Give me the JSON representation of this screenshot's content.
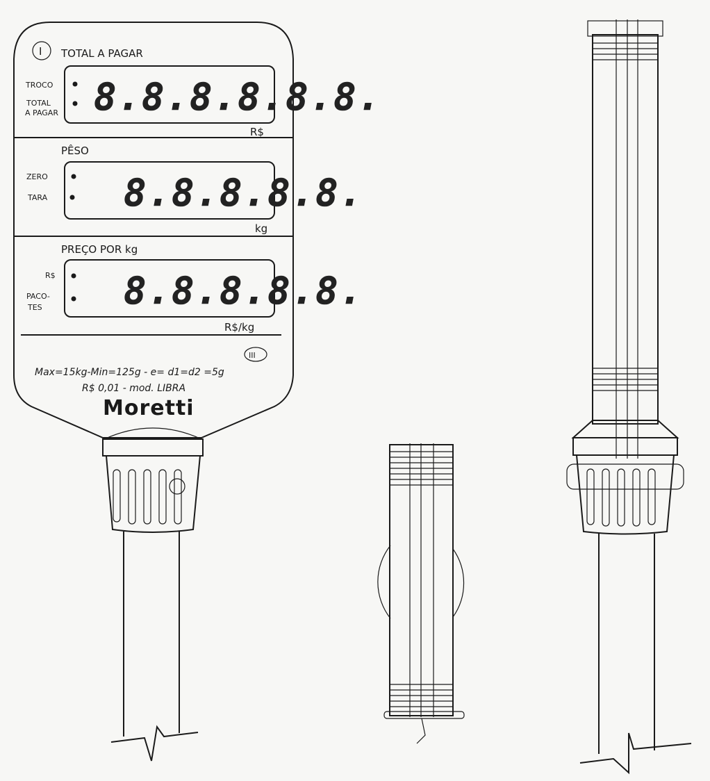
{
  "front_view": {
    "emblem_top": "I",
    "emblem_bottom": "III",
    "total": {
      "title": "TOTAL A PAGAR",
      "indicator_1": "TROCO",
      "indicator_2a": "TOTAL",
      "indicator_2b": "A PAGAR",
      "digits": "8.8.8.8.8.8.",
      "unit": "R$"
    },
    "weight": {
      "title": "PÊSO",
      "indicator_1": "ZERO",
      "indicator_2": "TARA",
      "digits": "8.8.8.8.8.",
      "unit": "kg"
    },
    "price": {
      "title": "PREÇO POR kg",
      "indicator_1": "R$",
      "indicator_2a": "PACO-",
      "indicator_2b": "TES",
      "digits": "8.8.8.8.8.",
      "unit": "R$/kg"
    },
    "spec_line_1": "Max=15kg-Min=125g - e= d1=d2 =5g",
    "spec_line_2": "R$ 0,01 - mod. LIBRA",
    "brand": "Moretti"
  },
  "colors": {
    "ink": "#1a1a1a",
    "paper": "#f7f7f5"
  }
}
